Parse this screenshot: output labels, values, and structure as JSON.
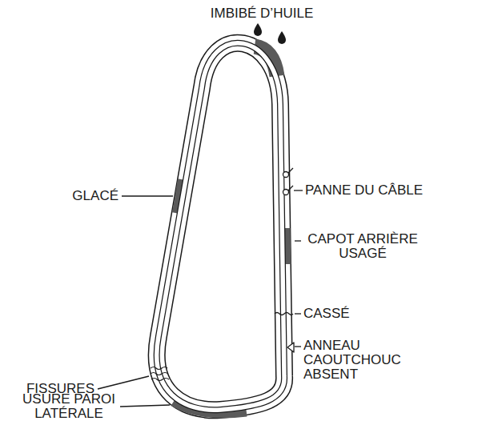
{
  "diagram": {
    "labels": [
      "IMBIBÉ D’HUILE",
      "GLACÉ",
      "PANNE DU CÂBLE",
      "CAPOT ARRIÈRE USAGÉ",
      "CASSÉ",
      "ANNEAU CAOUTCHOUC ABSENT",
      "FISSURES",
      "USURE PAROI LATÉRALE"
    ]
  }
}
